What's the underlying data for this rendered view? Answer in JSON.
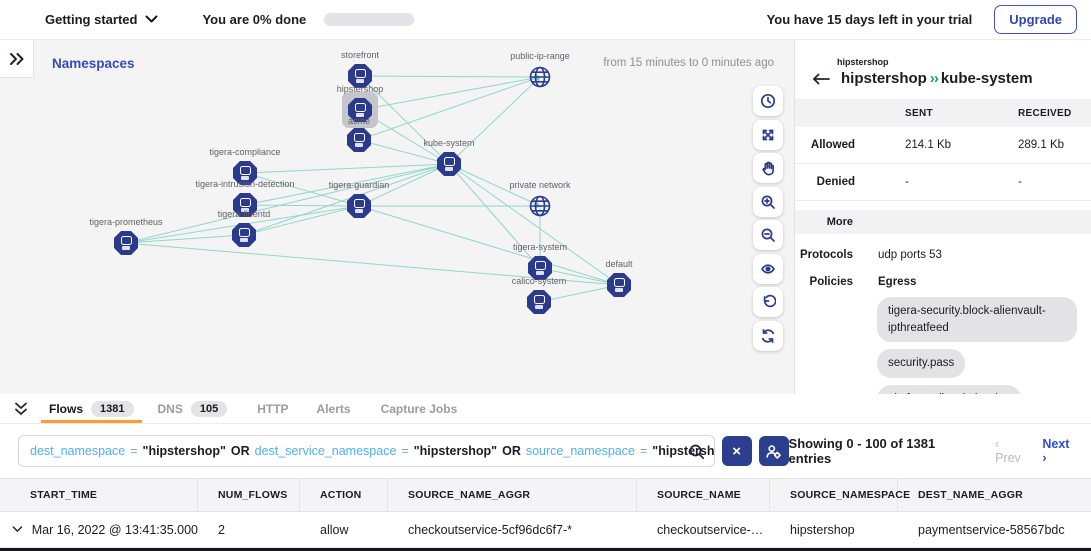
{
  "topbar": {
    "getting_started": "Getting started",
    "progress_text": "You are 0% done",
    "progress_percent": 0,
    "trial_text": "You have 15 days left in your trial",
    "upgrade_label": "Upgrade"
  },
  "graph": {
    "heading": "Namespaces",
    "time_range": "from 15 minutes to 0 minutes ago",
    "nodes": [
      {
        "label": "storefront",
        "kind": "namespace"
      },
      {
        "label": "hipstershop",
        "kind": "namespace",
        "selected": true
      },
      {
        "label": "acme",
        "kind": "namespace"
      },
      {
        "label": "kube-system",
        "kind": "namespace"
      },
      {
        "label": "public-ip-range",
        "kind": "network"
      },
      {
        "label": "tigera-compliance",
        "kind": "namespace"
      },
      {
        "label": "tigera-intrusion-detection",
        "kind": "namespace"
      },
      {
        "label": "tigera-guardian",
        "kind": "namespace"
      },
      {
        "label": "tigera-fluentd",
        "kind": "namespace"
      },
      {
        "label": "tigera-prometheus",
        "kind": "namespace"
      },
      {
        "label": "private network",
        "kind": "network"
      },
      {
        "label": "tigera-system",
        "kind": "namespace"
      },
      {
        "label": "calico-system",
        "kind": "namespace"
      },
      {
        "label": "default",
        "kind": "namespace"
      }
    ],
    "toolbar_icons": [
      "history",
      "fit-to-screen",
      "pan",
      "zoom-in",
      "zoom-out",
      "visibility",
      "undo",
      "refresh"
    ]
  },
  "panel": {
    "context": "hipstershop",
    "title_source": "hipstershop",
    "title_separator": "››",
    "title_dest": "kube-system",
    "stats": {
      "col_sent": "SENT",
      "col_received": "RECEIVED",
      "rows": [
        {
          "label": "Allowed",
          "sent": "214.1 Kb",
          "received": "289.1 Kb"
        },
        {
          "label": "Denied",
          "sent": "-",
          "received": "-"
        }
      ]
    },
    "more_label": "More",
    "protocols_label": "Protocols",
    "protocols_value": "udp ports 53",
    "policies_label": "Policies",
    "egress_label": "Egress",
    "policy_tags": [
      "tigera-security.block-alienvault-ipthreatfeed",
      "security.pass",
      "platform.allow-kube-dns"
    ]
  },
  "tabs": {
    "flows": {
      "label": "Flows",
      "badge": "1381"
    },
    "dns": {
      "label": "DNS",
      "badge": "105"
    },
    "http": {
      "label": "HTTP"
    },
    "alerts": {
      "label": "Alerts"
    },
    "capture_jobs": {
      "label": "Capture Jobs"
    }
  },
  "filterbar": {
    "query": [
      {
        "text": "dest_namespace",
        "kind": "field"
      },
      {
        "text": "=",
        "kind": "op"
      },
      {
        "text": "\"hipstershop\"",
        "kind": "value"
      },
      {
        "text": "OR",
        "kind": "keyword"
      },
      {
        "text": "dest_service_namespace",
        "kind": "field"
      },
      {
        "text": "=",
        "kind": "op"
      },
      {
        "text": "\"hipstershop\"",
        "kind": "value"
      },
      {
        "text": "OR",
        "kind": "keyword"
      },
      {
        "text": "source_namespace",
        "kind": "field"
      },
      {
        "text": "=",
        "kind": "op"
      },
      {
        "text": "\"hipstershop",
        "kind": "value"
      }
    ],
    "clear_label": "×",
    "showing": "Showing 0 - 100 of 1381 entries",
    "prev": "‹ Prev",
    "next": "Next ›"
  },
  "flows_table": {
    "headers": [
      "START_TIME",
      "NUM_FLOWS",
      "ACTION",
      "SOURCE_NAME_AGGR",
      "SOURCE_NAME",
      "SOURCE_NAMESPACE",
      "DEST_NAME_AGGR"
    ],
    "row": {
      "start_time": "Mar 16, 2022 @ 13:41:35.000",
      "num_flows": "2",
      "action": "allow",
      "source_name_aggr": "checkoutservice-5cf96dc6f7-*",
      "source_name": "checkoutservice-…",
      "source_namespace": "hipstershop",
      "dest_name_aggr": "paymentservice-58567bdc"
    }
  },
  "colors": {
    "node_navy": "#2c3a8c",
    "edge_teal": "#8ad2c7",
    "accent_indigo": "#3346ad",
    "active_tab_orange": "#ff9d2e",
    "button_indigo": "#2c3f8f",
    "link_blue": "#2d4fd2",
    "query_field_blue": "#4fb0f5",
    "separator_green": "#0fa45f"
  }
}
